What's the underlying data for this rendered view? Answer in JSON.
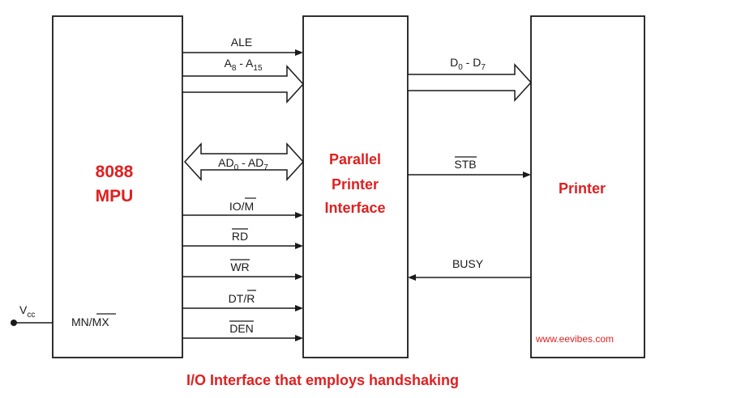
{
  "blocks": {
    "mpu": {
      "line1": "8088",
      "line2": "MPU"
    },
    "interface": {
      "line1": "Parallel",
      "line2": "Printer",
      "line3": "Interface"
    },
    "printer": {
      "label": "Printer"
    }
  },
  "signals": {
    "ale": "ALE",
    "addr_a": "A",
    "addr_a_sub": "8",
    "addr_dash": " - ",
    "addr_b": "A",
    "addr_b_sub": "15",
    "ad_a": "AD",
    "ad_a_sub": "0",
    "ad_dash": " - ",
    "ad_b": "AD",
    "ad_b_sub": "7",
    "iom_prefix": "IO/",
    "iom_bar": "M",
    "rd": "RD",
    "wr": "WR",
    "dtr_prefix": "DT/",
    "dtr_bar": "R",
    "den": "DEN",
    "data_a": "D",
    "data_a_sub": "0",
    "data_dash": " - ",
    "data_b": "D",
    "data_b_sub": "7",
    "stb": "STB",
    "busy": "BUSY",
    "vcc": "V",
    "vcc_sub": "cc",
    "mnmx_prefix": "MN/",
    "mnmx_bar": "MX"
  },
  "caption": "I/O Interface that employs handshaking",
  "watermark": "www.eevibes.com",
  "colors": {
    "accent": "#e02020",
    "line": "#1a1a1a"
  }
}
